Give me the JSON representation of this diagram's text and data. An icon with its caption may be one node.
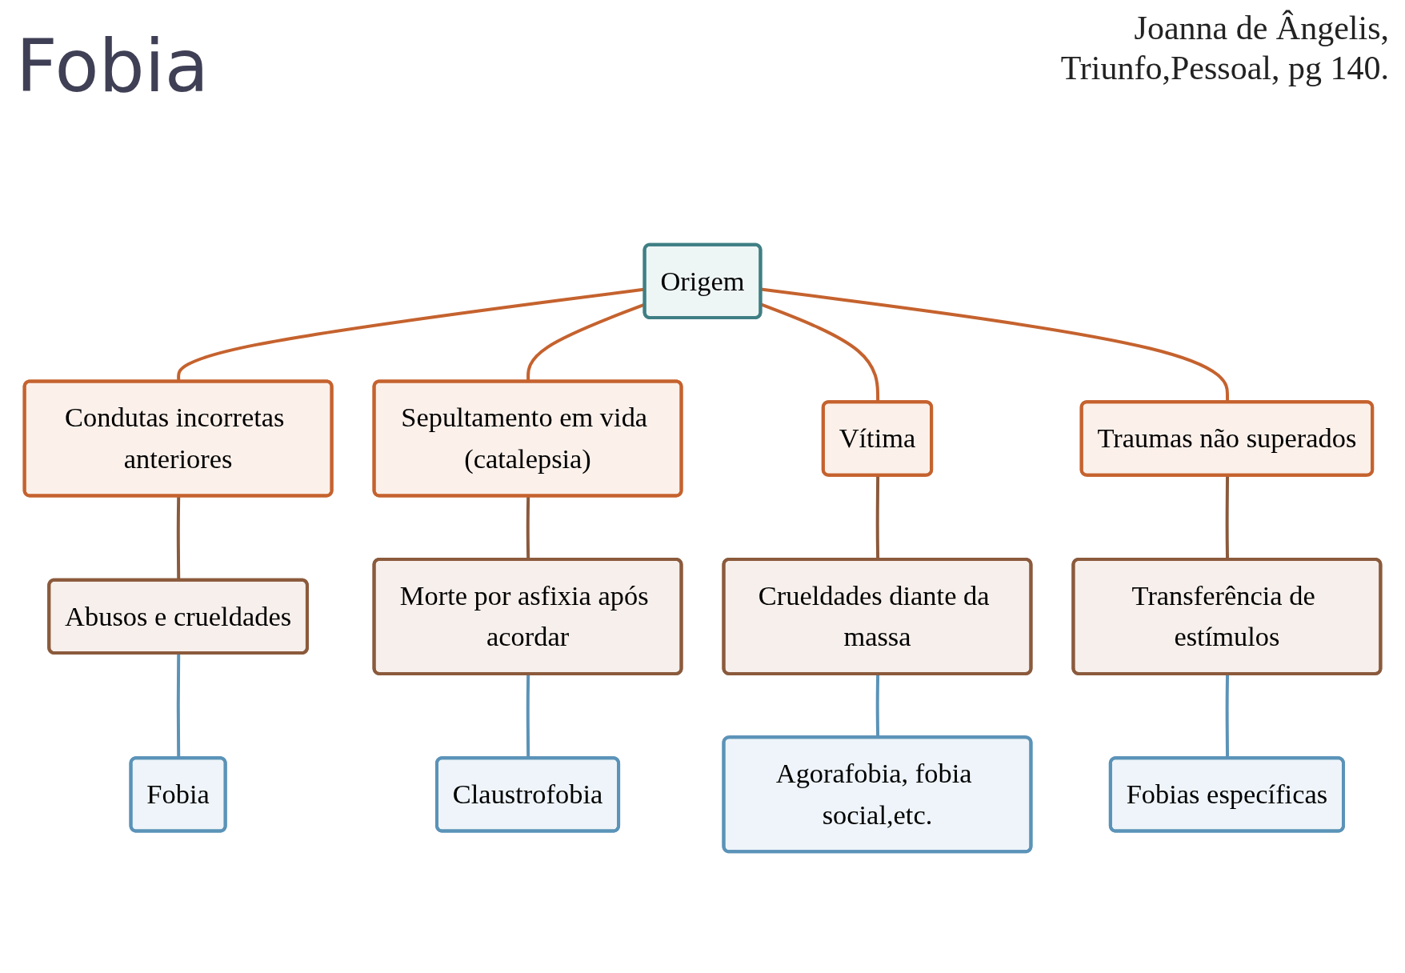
{
  "diagram": {
    "title": "Fobia",
    "nodes": [
      {
        "text": [
          "Origem"
        ]
      },
      {
        "text": [
          "Condutas incorretas anteriores"
        ]
      },
      {
        "text": [
          "Sepultamento em vida (catalepsia)"
        ]
      },
      {
        "text": [
          "Vítima"
        ]
      },
      {
        "text": [
          "Traumas não superados"
        ]
      },
      {
        "text": [
          "Abusos e crueldades"
        ]
      },
      {
        "text": [
          "Morte por asfixia após acordar"
        ]
      },
      {
        "text": [
          "Crueldades diante da massa"
        ]
      },
      {
        "text": [
          "Transferência de estímulos"
        ]
      },
      {
        "text": [
          "Fobia"
        ]
      },
      {
        "text": [
          "Claustrofobia"
        ]
      },
      {
        "text": [
          "Agorafobia, fobia social,etc."
        ]
      },
      {
        "text": [
          "Fobias específicas"
        ]
      }
    ],
    "edges": [
      {
        "from": 0,
        "to": 1,
        "arrow": "none",
        "color": "#c5622e"
      },
      {
        "from": 0,
        "to": 2,
        "arrow": "none",
        "color": "#c5622e"
      },
      {
        "from": 0,
        "to": 3,
        "arrow": "none",
        "color": "#c5622e"
      },
      {
        "from": 0,
        "to": 4,
        "arrow": "none",
        "color": "#c5622e"
      },
      {
        "from": 1,
        "to": 5,
        "arrow": "none",
        "color": "#8b5a3c"
      },
      {
        "from": 2,
        "to": 6,
        "arrow": "none",
        "color": "#8b5a3c"
      },
      {
        "from": 3,
        "to": 7,
        "arrow": "none",
        "color": "#8b5a3c"
      },
      {
        "from": 4,
        "to": 8,
        "arrow": "none",
        "color": "#8b5a3c"
      },
      {
        "from": 5,
        "to": 9,
        "arrow": "none",
        "color": "#5b93b8"
      },
      {
        "from": 6,
        "to": 10,
        "arrow": "none",
        "color": "#5b93b8"
      },
      {
        "from": 7,
        "to": 11,
        "arrow": "none",
        "color": "#5b93b8"
      },
      {
        "from": 8,
        "to": 12,
        "arrow": "none",
        "color": "#5b93b8"
      }
    ],
    "labels": [
      "Joanna de Ângelis, Triunfo,Pessoal, pg 140."
    ]
  }
}
